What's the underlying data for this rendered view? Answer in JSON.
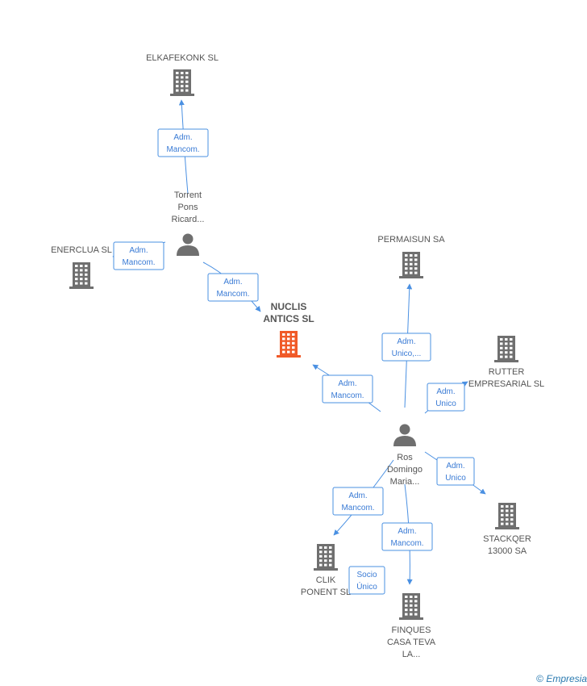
{
  "colors": {
    "edge": "#4a90e2",
    "building": "#6f6f6f",
    "building_center": "#f05a28",
    "person": "#6f6f6f"
  },
  "nodes": [
    {
      "id": "elkafekonk",
      "type": "company",
      "lines": [
        "ELKAFEKONK SL"
      ]
    },
    {
      "id": "torrent",
      "type": "person",
      "lines": [
        "Torrent",
        "Pons",
        "Ricard..."
      ]
    },
    {
      "id": "enerclua",
      "type": "company",
      "lines": [
        "ENERCLUA SL"
      ]
    },
    {
      "id": "nuclis",
      "type": "company_center",
      "lines": [
        "NUCLIS",
        "ANTICS SL"
      ]
    },
    {
      "id": "permaisun",
      "type": "company",
      "lines": [
        "PERMAISUN SA"
      ]
    },
    {
      "id": "rutter",
      "type": "company",
      "lines": [
        "RUTTER",
        "EMPRESARIAL SL"
      ]
    },
    {
      "id": "ros",
      "type": "person",
      "lines": [
        "Ros",
        "Domingo",
        "Maria..."
      ]
    },
    {
      "id": "stackqer",
      "type": "company",
      "lines": [
        "STACKQER",
        "13000 SA"
      ]
    },
    {
      "id": "clik",
      "type": "company",
      "lines": [
        "CLIK",
        "PONENT SL"
      ]
    },
    {
      "id": "finques",
      "type": "company",
      "lines": [
        "FINQUES",
        "CASA TEVA",
        "LA..."
      ]
    }
  ],
  "edges": [
    {
      "from": "torrent",
      "to": "elkafekonk",
      "label": [
        "Adm.",
        "Mancom."
      ]
    },
    {
      "from": "torrent",
      "to": "enerclua",
      "label": [
        "Adm.",
        "Mancom."
      ]
    },
    {
      "from": "torrent",
      "to": "nuclis",
      "label": [
        "Adm.",
        "Mancom."
      ]
    },
    {
      "from": "ros",
      "to": "nuclis",
      "label": [
        "Adm.",
        "Mancom."
      ]
    },
    {
      "from": "ros",
      "to": "permaisun",
      "label": [
        "Adm.",
        "Unico,..."
      ]
    },
    {
      "from": "ros",
      "to": "rutter",
      "label": [
        "Adm.",
        "Unico"
      ]
    },
    {
      "from": "ros",
      "to": "stackqer",
      "label": [
        "Adm.",
        "Unico"
      ]
    },
    {
      "from": "ros",
      "to": "clik",
      "label": [
        "Adm.",
        "Mancom."
      ]
    },
    {
      "from": "ros",
      "to": "finques",
      "label": [
        "Adm.",
        "Mancom."
      ]
    },
    {
      "from": "ros",
      "to": "clik",
      "label": [
        "Socio",
        "Único"
      ]
    }
  ],
  "footer": {
    "copyright": "©",
    "brand": "Empresia"
  }
}
